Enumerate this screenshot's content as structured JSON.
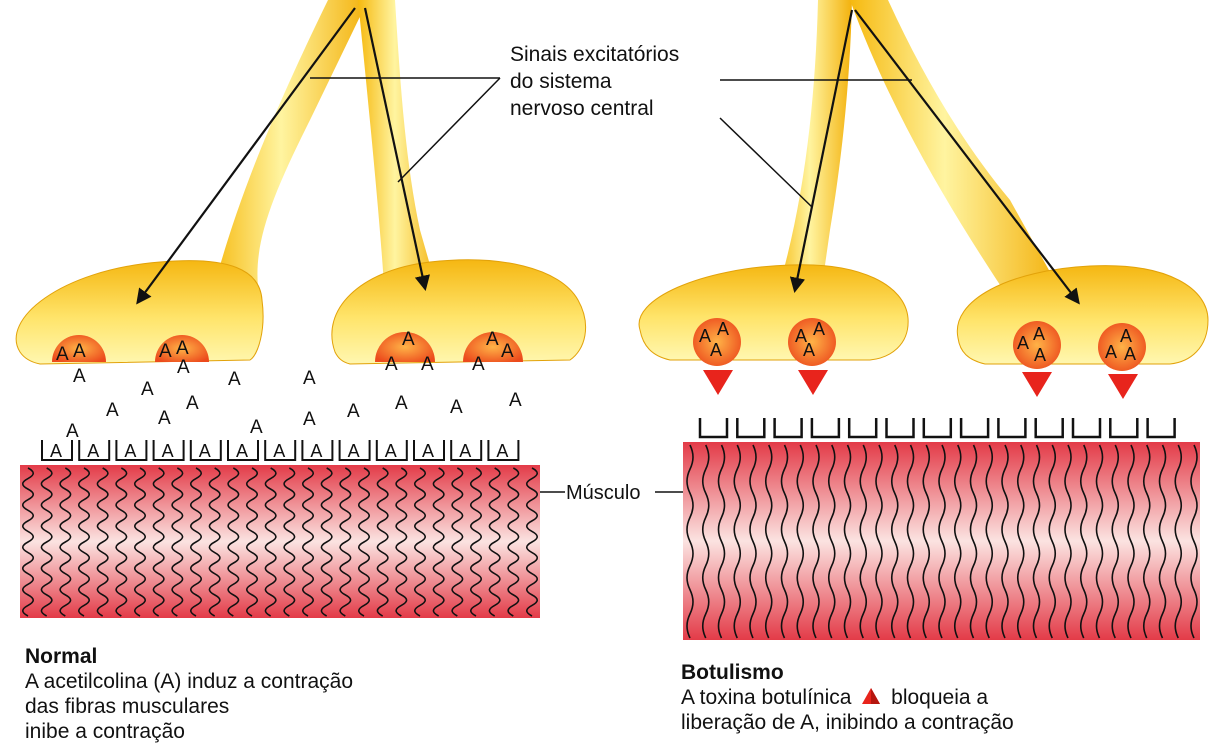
{
  "callout": {
    "line1": "Sinais excitatórios",
    "line2": "do sistema",
    "line3": "nervoso central"
  },
  "muscle_label": "Músculo",
  "transmitter_letter": "A",
  "toxin_icon": "red-triangle-toxin",
  "colors": {
    "neuron": "#f7c21c",
    "neuron_light": "#fff6a8",
    "vesicle": "#f15a22",
    "muscle": "#e4454f",
    "toxin": "#e8241c"
  },
  "normal_caption": {
    "title": "Normal",
    "line1": "A acetilcolina (A) induz a contração",
    "line2": "das fibras musculares",
    "line3": "inibe a contração"
  },
  "botulism_caption": {
    "title": "Botulismo",
    "line1_pre": "A toxina botulínica",
    "line1_post": "bloqueia a",
    "line2": "liberação de A, inibindo a contração"
  }
}
